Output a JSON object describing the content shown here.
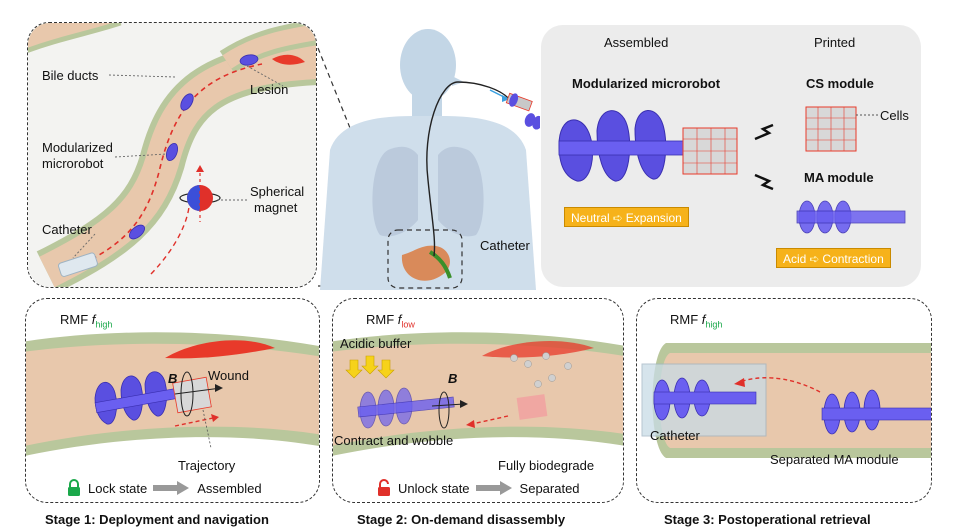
{
  "top_left": {
    "bile_ducts": "Bile ducts",
    "lesion": "Lesion",
    "microrobot_line1": "Modularized",
    "microrobot_line2": "microrobot",
    "magnet_line1": "Spherical",
    "magnet_line2": "magnet",
    "catheter": "Catheter"
  },
  "center": {
    "catheter": "Catheter"
  },
  "right_panel": {
    "assembled": "Assembled",
    "printed": "Printed",
    "microrobot_title": "Modularized microrobot",
    "cs_module": "CS module",
    "cells": "Cells",
    "ma_module": "MA module",
    "tag_expansion_a": "Neutral",
    "tag_expansion_b": "Expansion",
    "tag_contraction_a": "Acid",
    "tag_contraction_b": "Contraction"
  },
  "stage1": {
    "rmf": "RMF",
    "f": "f",
    "f_sub": "high",
    "b": "B",
    "wound": "Wound",
    "trajectory": "Trajectory",
    "state": "Lock state",
    "result": "Assembled",
    "title": "Stage 1: Deployment and navigation"
  },
  "stage2": {
    "rmf": "RMF",
    "f": "f",
    "f_sub": "low",
    "b": "B",
    "acidic": "Acidic buffer",
    "contract": "Contract and wobble",
    "biodegrade": "Fully biodegrade",
    "state": "Unlock state",
    "result": "Separated",
    "title": "Stage 2: On-demand disassembly"
  },
  "stage3": {
    "rmf": "RMF",
    "f": "f",
    "f_sub": "high",
    "catheter": "Catheter",
    "separated": "Separated MA module",
    "title": "Stage 3: Postoperational retrieval"
  },
  "colors": {
    "robot": "#5a4fe0",
    "wound": "#e83a2a",
    "tag": "#f6b21a",
    "f_high": "#1aa84a",
    "f_low": "#e0302a",
    "lock": "#1aa84a",
    "unlock": "#e0302a"
  }
}
